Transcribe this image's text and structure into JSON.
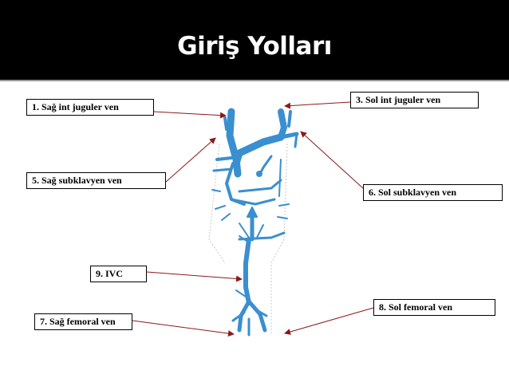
{
  "title": "Giriş Yolları",
  "labels": {
    "sag_int_juguler": "1. Sağ int juguler ven",
    "sol_int_juguler": "3. Sol int juguler ven",
    "sag_subklavyen": "5. Sağ subklavyen ven",
    "sol_subklavyen": "6. Sol subklavyen ven",
    "ivc": "9. IVC",
    "sol_femoral": "8. Sol femoral ven",
    "sag_femoral": "7. Sağ femoral ven"
  },
  "colors": {
    "vein": "#3a8fd0",
    "arrow": "#8b1a1a",
    "header": "#000000"
  }
}
